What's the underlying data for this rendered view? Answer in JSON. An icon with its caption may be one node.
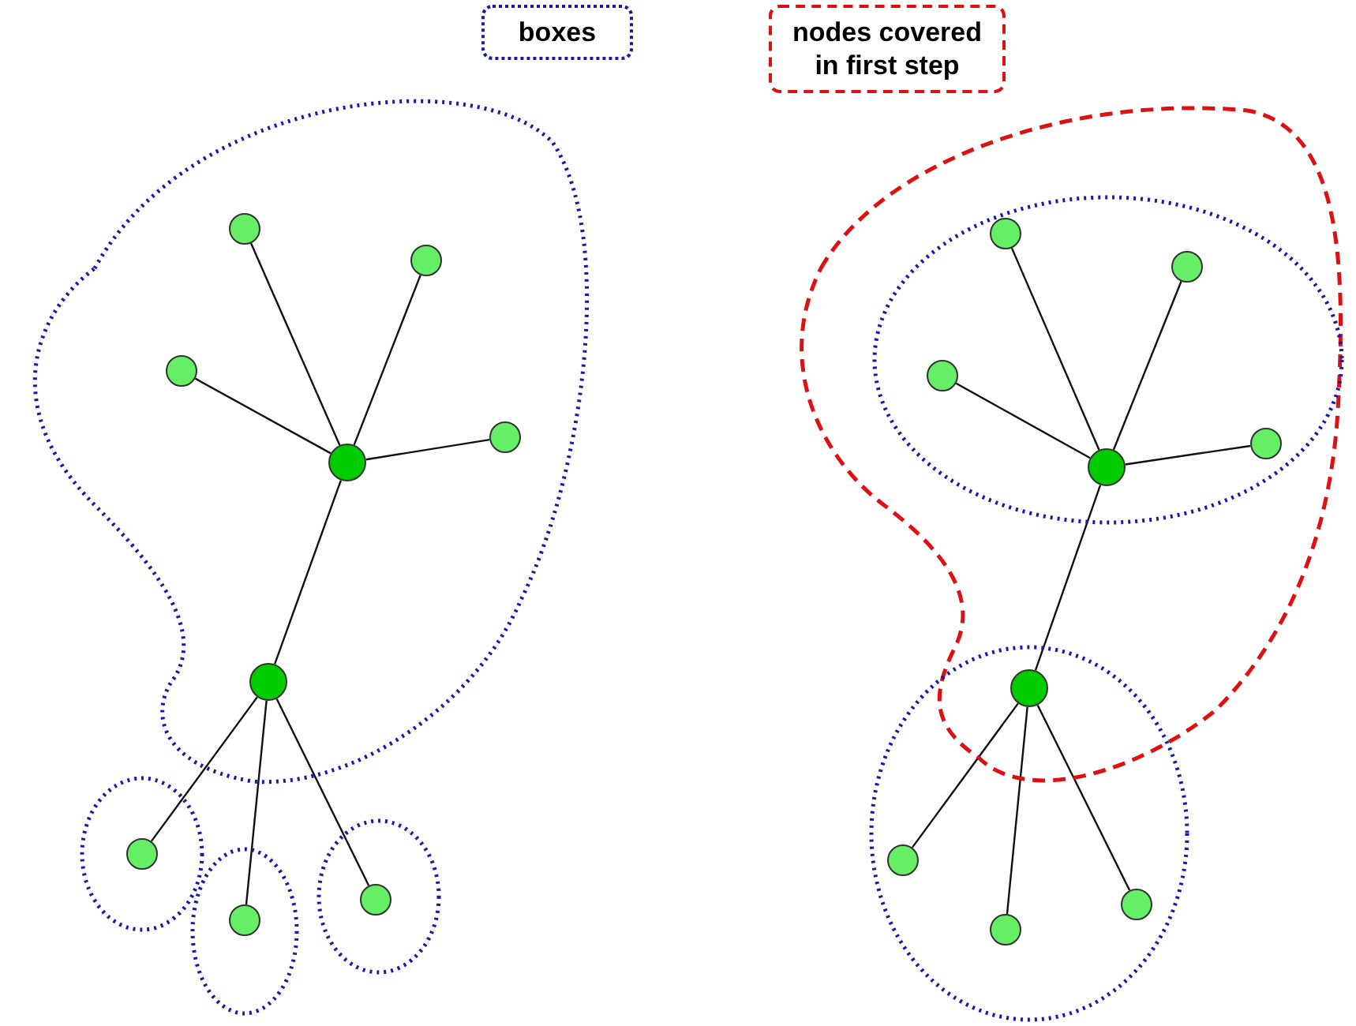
{
  "diagram": {
    "nodes": [
      {
        "text": [],
        "shape": "blob"
      },
      {
        "text": [],
        "shape": "circle",
        "in": 0
      },
      {
        "text": [],
        "shape": "circle",
        "in": 0
      },
      {
        "text": [],
        "shape": "circle",
        "in": 0
      },
      {
        "text": [],
        "shape": "circle",
        "in": 0
      },
      {
        "text": [],
        "shape": "circle",
        "in": 0
      },
      {
        "text": [],
        "shape": "circle",
        "in": 0
      },
      {
        "text": [],
        "shape": "ellipse"
      },
      {
        "text": [],
        "shape": "circle",
        "in": 7
      },
      {
        "text": [],
        "shape": "ellipse"
      },
      {
        "text": [],
        "shape": "circle",
        "in": 9
      },
      {
        "text": [],
        "shape": "ellipse"
      },
      {
        "text": [],
        "shape": "circle",
        "in": 11
      },
      {
        "text": [],
        "shape": "blob"
      },
      {
        "text": [],
        "shape": "ellipse",
        "in": 13
      },
      {
        "text": [],
        "shape": "circle",
        "in": 14
      },
      {
        "text": [],
        "shape": "circle",
        "in": 14
      },
      {
        "text": [],
        "shape": "circle",
        "in": 14
      },
      {
        "text": [],
        "shape": "circle",
        "in": 14
      },
      {
        "text": [],
        "shape": "circle",
        "in": 14
      },
      {
        "text": [],
        "shape": "ellipse"
      },
      {
        "text": [],
        "shape": "circle"
      },
      {
        "text": [],
        "shape": "circle",
        "in": 20
      },
      {
        "text": [],
        "shape": "circle",
        "in": 20
      },
      {
        "text": [],
        "shape": "circle",
        "in": 20
      }
    ],
    "edges": [
      {
        "from": 4,
        "to": 1,
        "arrow": "none"
      },
      {
        "from": 4,
        "to": 2,
        "arrow": "none"
      },
      {
        "from": 4,
        "to": 3,
        "arrow": "none"
      },
      {
        "from": 4,
        "to": 5,
        "arrow": "none"
      },
      {
        "from": 4,
        "to": 6,
        "arrow": "none"
      },
      {
        "from": 6,
        "to": 8,
        "arrow": "none"
      },
      {
        "from": 6,
        "to": 10,
        "arrow": "none"
      },
      {
        "from": 6,
        "to": 12,
        "arrow": "none"
      },
      {
        "from": 18,
        "to": 15,
        "arrow": "none"
      },
      {
        "from": 18,
        "to": 16,
        "arrow": "none"
      },
      {
        "from": 18,
        "to": 17,
        "arrow": "none"
      },
      {
        "from": 18,
        "to": 19,
        "arrow": "none"
      },
      {
        "from": 18,
        "to": 21,
        "arrow": "none"
      },
      {
        "from": 21,
        "to": 22,
        "arrow": "none"
      },
      {
        "from": 21,
        "to": 23,
        "arrow": "none"
      },
      {
        "from": 21,
        "to": 24,
        "arrow": "none"
      }
    ],
    "legend": [
      {
        "text": "boxes"
      },
      {
        "text": "nodes covered in first step"
      }
    ]
  }
}
